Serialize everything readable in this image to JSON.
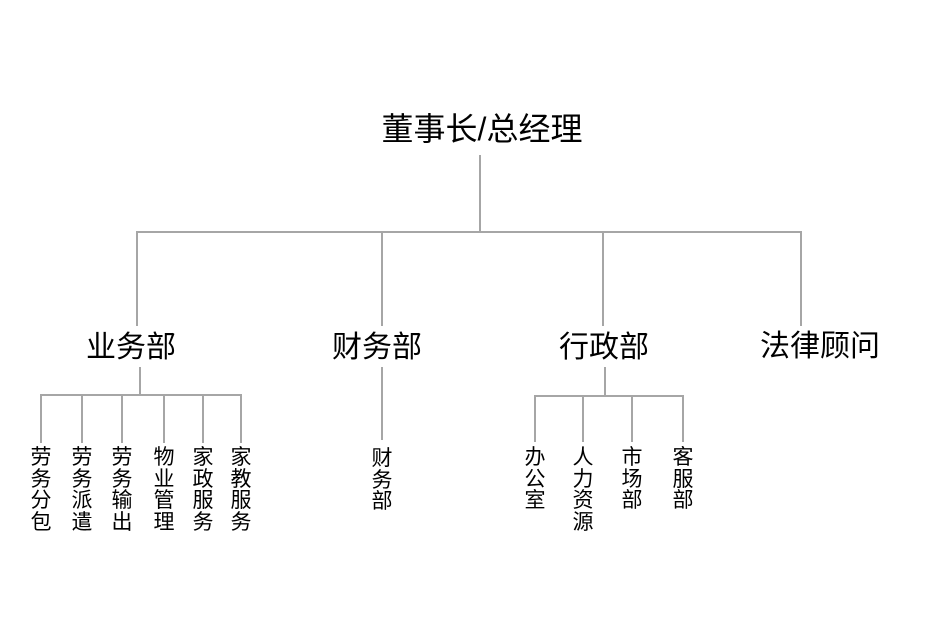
{
  "canvas": {
    "background": "#ffffff",
    "line_color": "#a6a6a6",
    "text_color": "#000000"
  },
  "org_chart": {
    "root": {
      "label": "董事长/总经理"
    },
    "departments": [
      {
        "label": "业务部",
        "children": [
          {
            "label": "劳务分包"
          },
          {
            "label": "劳务派遣"
          },
          {
            "label": "劳务输出"
          },
          {
            "label": "物业管理"
          },
          {
            "label": "家政服务"
          },
          {
            "label": "家教服务"
          }
        ]
      },
      {
        "label": "财务部",
        "children": [
          {
            "label": "财务部"
          }
        ]
      },
      {
        "label": "行政部",
        "children": [
          {
            "label": "办公室"
          },
          {
            "label": "人力资源"
          },
          {
            "label": "市场部"
          },
          {
            "label": "客服部"
          }
        ]
      },
      {
        "label": "法律顾问",
        "children": []
      }
    ]
  }
}
